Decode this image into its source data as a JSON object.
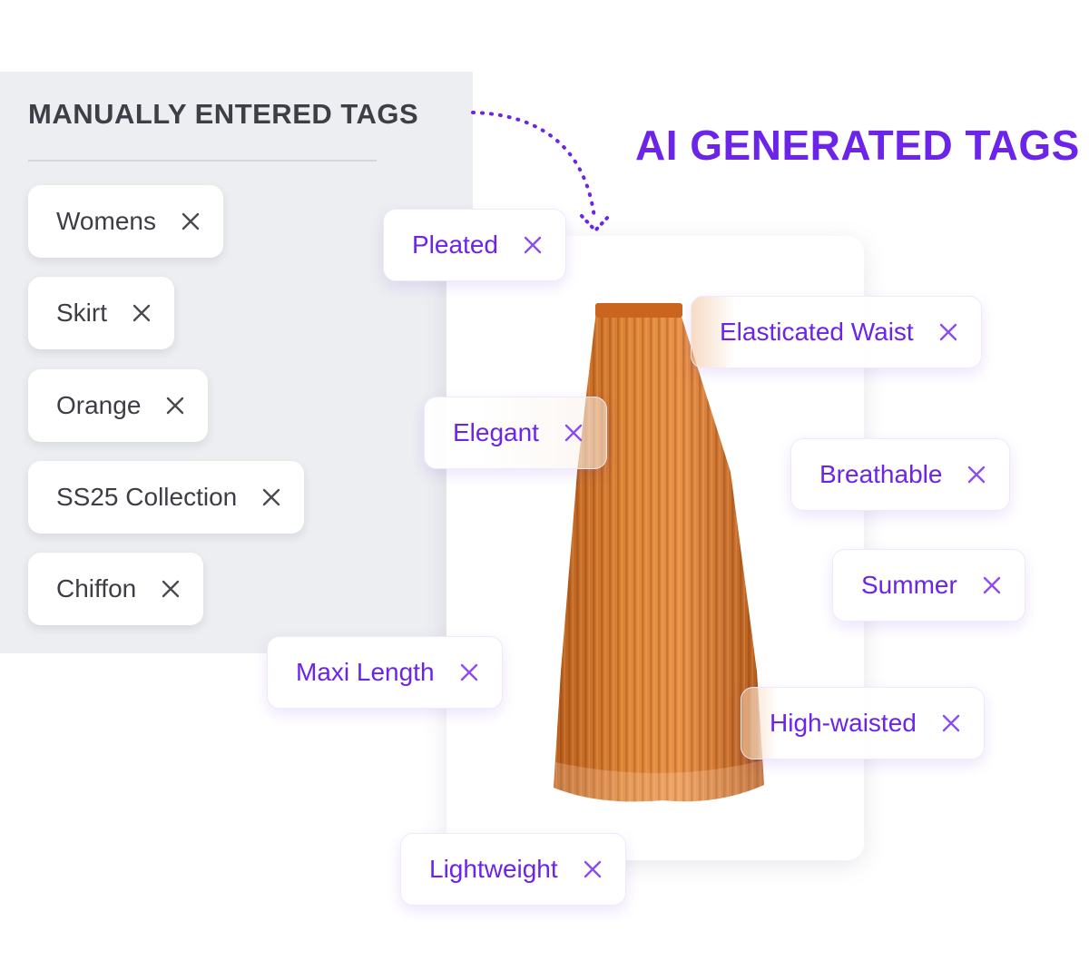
{
  "manual": {
    "heading": "MANUALLY ENTERED TAGS",
    "tags": [
      "Womens",
      "Skirt",
      "Orange",
      "SS25 Collection",
      "Chiffon"
    ]
  },
  "ai": {
    "heading": "AI GENERATED TAGS",
    "tags": [
      "Pleated",
      "Elasticated Waist",
      "Elegant",
      "Breathable",
      "Summer",
      "Maxi Length",
      "High-waisted",
      "Lightweight"
    ]
  },
  "product": {
    "image": "orange-pleated-maxi-skirt"
  },
  "icons": {
    "remove": "close-icon",
    "connector": "dotted-arrow-icon"
  },
  "colors": {
    "accent": "#6B24E8",
    "manual_panel_bg": "#ECEEF1",
    "manual_text": "#3D3D45",
    "skirt": "#D9782E"
  }
}
